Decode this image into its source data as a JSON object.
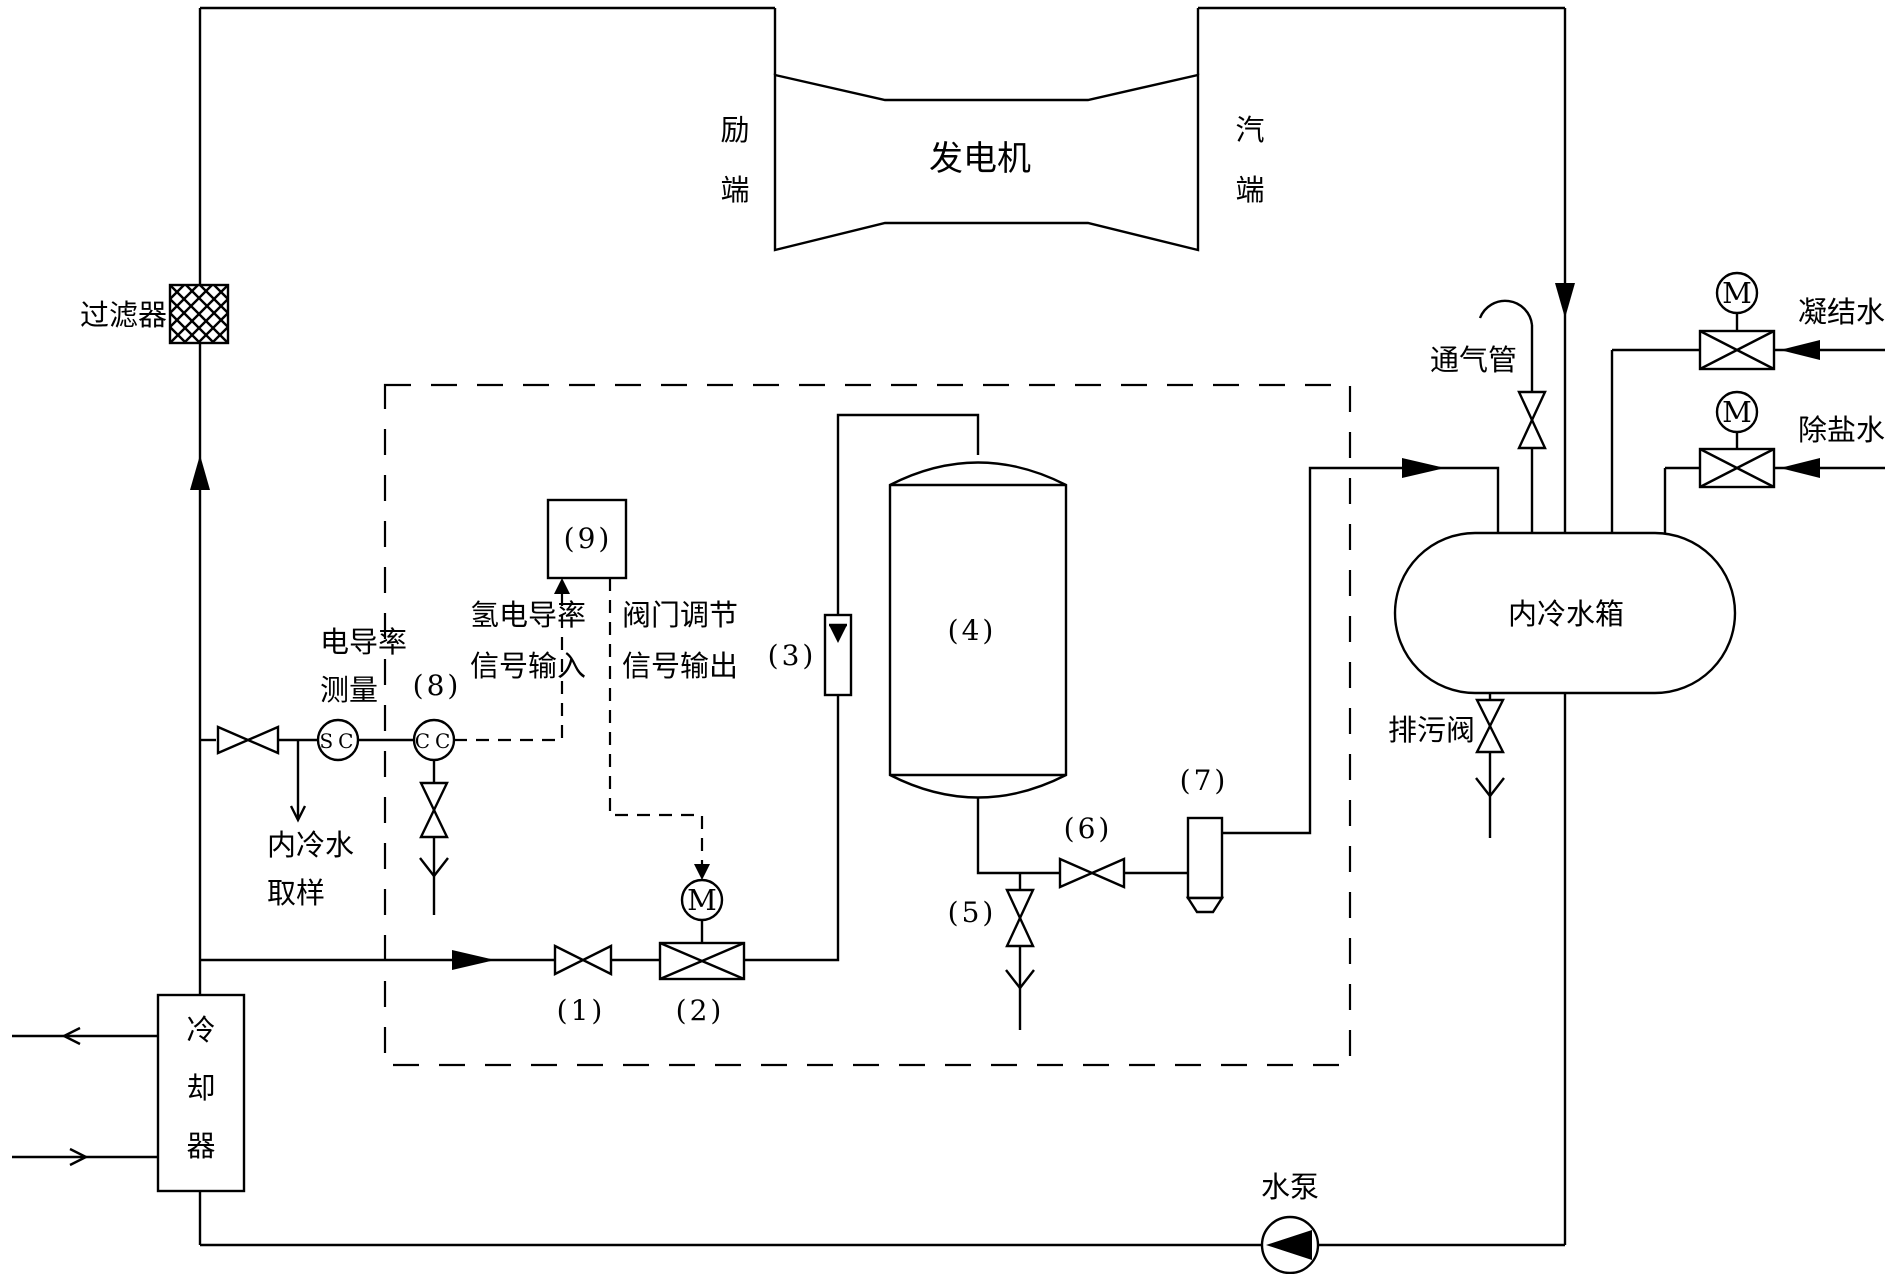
{
  "generator": {
    "label": "发电机",
    "exciter_end_1": "励",
    "exciter_end_2": "端",
    "turbine_end_1": "汽",
    "turbine_end_2": "端"
  },
  "filter_label": "过滤器",
  "vent_pipe_label": "通气管",
  "condensate_label": "凝结水",
  "demin_water_label": "除盐水",
  "motor_symbol": "M",
  "tank_label": "内冷水箱",
  "drain_valve_label": "排污阀",
  "pump_label": "水泵",
  "cooler": {
    "c1": "冷",
    "c2": "却",
    "c3": "器"
  },
  "conductivity": {
    "line1": "电导率",
    "line2": "测量"
  },
  "sc_symbol": "SC",
  "cc_symbol": "CC",
  "sample": {
    "line1": "内冷水",
    "line2": "取样"
  },
  "h_signal": {
    "line1": "氢电导率",
    "line2": "信号输入"
  },
  "valve_signal": {
    "line1": "阀门调节",
    "line2": "信号输出"
  },
  "components": {
    "c1": "(1)",
    "c2": "(2)",
    "c3": "(3)",
    "c4": "(4)",
    "c5": "(5)",
    "c6": "(6)",
    "c7": "(7)",
    "c8": "(8)",
    "c9": "(9)"
  }
}
